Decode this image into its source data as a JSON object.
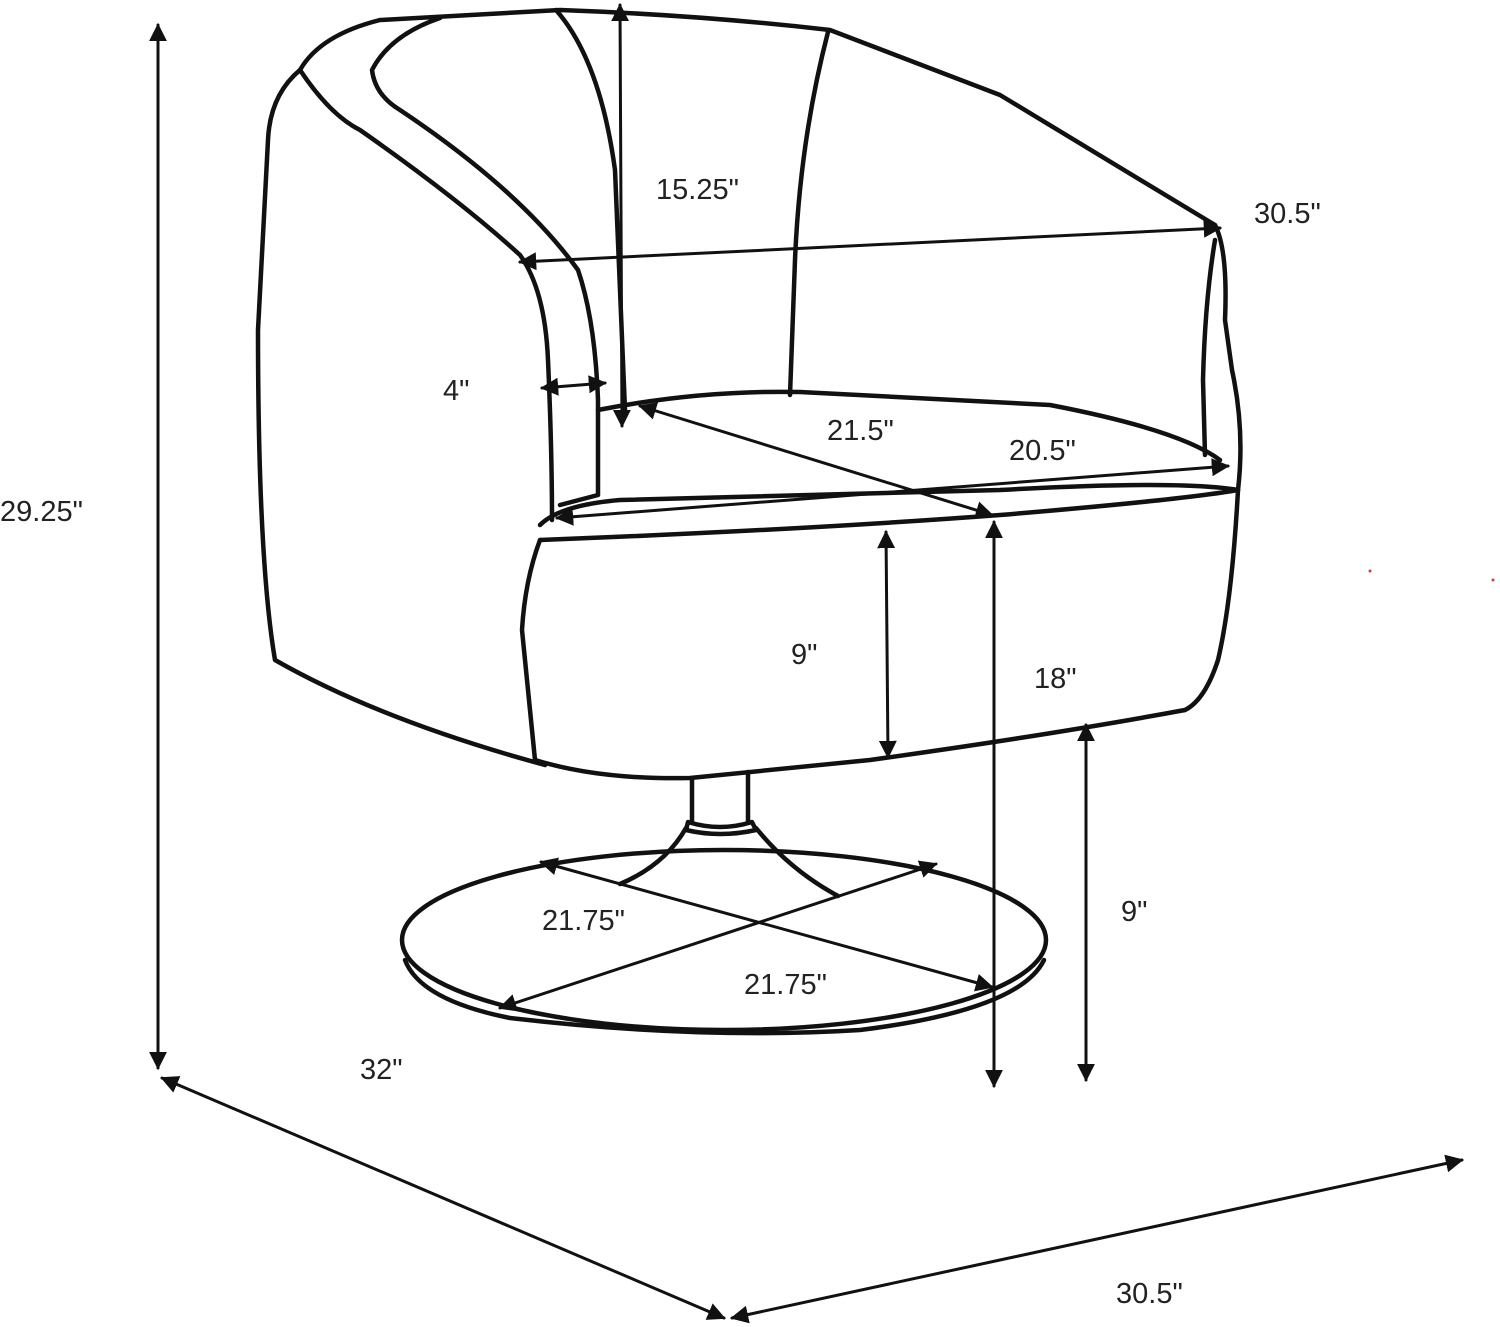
{
  "colors": {
    "line": "#111111",
    "text": "#222222",
    "background": "#ffffff"
  },
  "dimensions": {
    "overall_height": "29.25\"",
    "overall_depth": "32\"",
    "overall_width": "30.5\"",
    "back_height": "15.25\"",
    "inner_width": "30.5\"",
    "arm_width": "4\"",
    "seat_depth": "21.5\"",
    "seat_width": "20.5\"",
    "cushion_height": "9\"",
    "seat_height": "18\"",
    "base_height": "9\"",
    "base_diameter_a": "21.75\"",
    "base_diameter_b": "21.75\""
  }
}
